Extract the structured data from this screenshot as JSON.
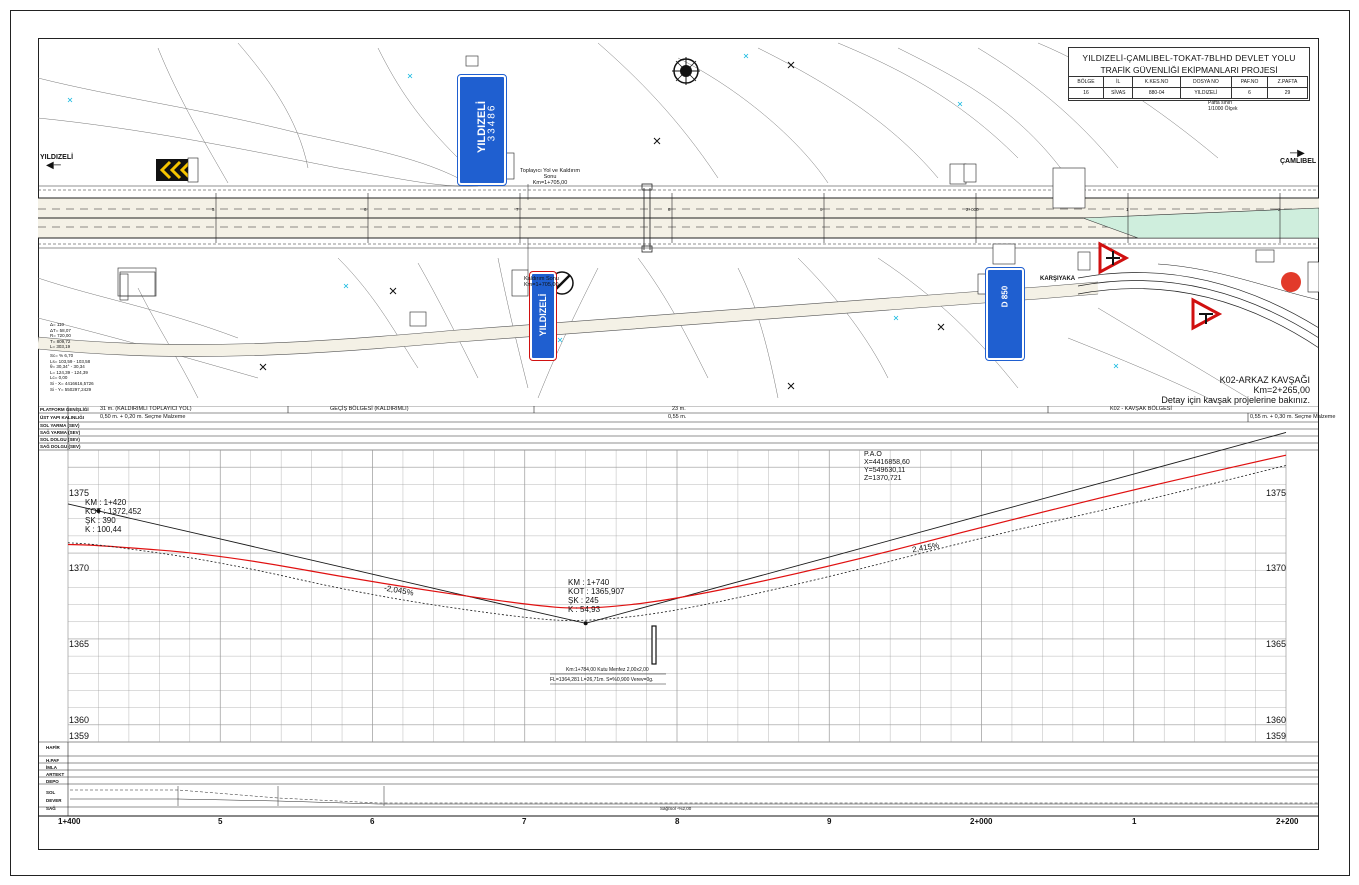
{
  "title_block": {
    "line1": "YILDIZELİ-ÇAMLIBEL-TOKAT-7BLHD DEVLET YOLU",
    "line2": "TRAFİK GÜVENLİĞİ EKİPMANLARI PROJESİ",
    "headers": [
      "BÖLGE",
      "İL",
      "K.KES.NO",
      "DOSYA NO",
      "PAF.NO",
      "Z.PAFTA"
    ],
    "values": [
      "16",
      "SİVAS",
      "880-04",
      "YILDIZELİ",
      "6",
      "29"
    ]
  },
  "legend": {
    "row1": "Pafta sınırı",
    "row2": "1/1000 Ölçek"
  },
  "plan": {
    "direction_left": "YILDIZELİ",
    "direction_right": "ÇAMLIBEL",
    "direction_karsiyaka": "KARŞIYAKA",
    "sign1_name": "YILDIZELİ",
    "sign1_num": "33486",
    "sign2_name": "YILDIZELİ",
    "sign3_text": "D 850",
    "note_toplayici": "Toplayıcı Yol ve Kaldırım Sonu",
    "note_toplayici_km": "Km=1+705,00",
    "note_kaldirim": "Kaldırım Sonu",
    "note_kaldirim_km": "Km=1+705,00",
    "km_marks": [
      "5",
      "6",
      "7",
      "8",
      "9",
      "2+000",
      "1",
      "2"
    ],
    "curve_params": [
      "Δ= 110",
      "ΔT= 58,07",
      "R= 720,00",
      "T= 809,72",
      "L= 303,19",
      "Sc= % 6,70",
      "Ls= 103,59 - 103,58",
      "θ= 30,34° - 30,34",
      "L= 124,39 - 124,39",
      "Lc= 0,00",
      "Si - X= 4416616,5726",
      "Si - Y= 550297,2429"
    ],
    "junction_title": "K02-ARKAZ KAVŞAĞI",
    "junction_km": "Km=2+265,00",
    "junction_note": "Detay için kavşak projelerine bakınız."
  },
  "profile": {
    "band_headers": [
      "PLATFORM GENİŞLİĞİ",
      "ÜST YAPI KALINLIĞI",
      "SOL YARMA (SEV)",
      "SAĞ YARMA (SEV)",
      "SOL DOLGU (SEV)",
      "SAĞ DOLGU (SEV)"
    ],
    "segments": [
      "31 m. (KALDIRIMLI TOPLAYICI YOL)",
      "GEÇİŞ BÖLGESİ (KALDIRIMLI)",
      "23 m.",
      "K02 - KAVŞAK BÖLGESİ"
    ],
    "material_left": "0,50 m. + 0,20 m. Seçme Malzeme",
    "material_mid": "0,55 m.",
    "material_right": "0,55 m. + 0,30 m. Seçme Malzeme",
    "elev_labels": [
      "1375",
      "1370",
      "1365",
      "1360",
      "1359"
    ],
    "pvi1": [
      "KM : 1+420",
      "KOT : 1372,452",
      "ŞK : 390",
      "K : 100,44"
    ],
    "pvi2": [
      "KM : 1+740",
      "KOT : 1365,907",
      "ŞK : 245",
      "K : 54,93"
    ],
    "pao": [
      "P.A.O",
      "X=4416858,60",
      "Y=549630,11",
      "Z=1370,721"
    ],
    "grade1": "-2,045%",
    "grade2": "2,415%",
    "culvert1": "Km:1+784,00 Kutu Menfez 2,00x2,00",
    "culvert2": "FL=1364,281 L=26,71m. S=%0,900 Verev=0g.",
    "bottom_bands": [
      "HAFİR",
      "H.PAF",
      "İMLA",
      "ARTEKT",
      "DEPO",
      "SOL",
      "DEVER",
      "SAĞ"
    ],
    "dever_note": "Sağ/Sol -%2,00",
    "stations": [
      "1+400",
      "5",
      "6",
      "7",
      "8",
      "9",
      "2+000",
      "1",
      "2+200"
    ]
  },
  "chart_data": {
    "type": "line",
    "title": "",
    "xlabel": "",
    "ylabel": "",
    "ylim": [
      1359,
      1376
    ],
    "x": [
      1400,
      1420,
      1500,
      1600,
      1700,
      1740,
      1800,
      1900,
      2000,
      2100,
      2200
    ],
    "series": [
      {
        "values": [
          1372.86,
          1372.45,
          1370.82,
          1368.77,
          1366.72,
          1365.91,
          1367.36,
          1369.77,
          1372.19,
          1374.6,
          1377.02
        ]
      },
      {
        "values": [
          1370.5,
          1370.45,
          1369.9,
          1368.3,
          1367.0,
          1366.7,
          1367.3,
          1369.2,
          1371.5,
          1373.7,
          1375.7
        ]
      },
      {
        "values": [
          1370.6,
          1370.5,
          1369.5,
          1367.5,
          1366.2,
          1366.0,
          1366.6,
          1368.6,
          1370.9,
          1372.9,
          1375.1
        ]
      }
    ],
    "grid": true
  },
  "colors": {
    "ink": "#1a1a1a",
    "red": "#e01010",
    "sign_blue": "#1f5fd0",
    "cyan": "#12b8e0",
    "road_fill": "#f4f1e6",
    "green_fill": "#cfeedd"
  }
}
